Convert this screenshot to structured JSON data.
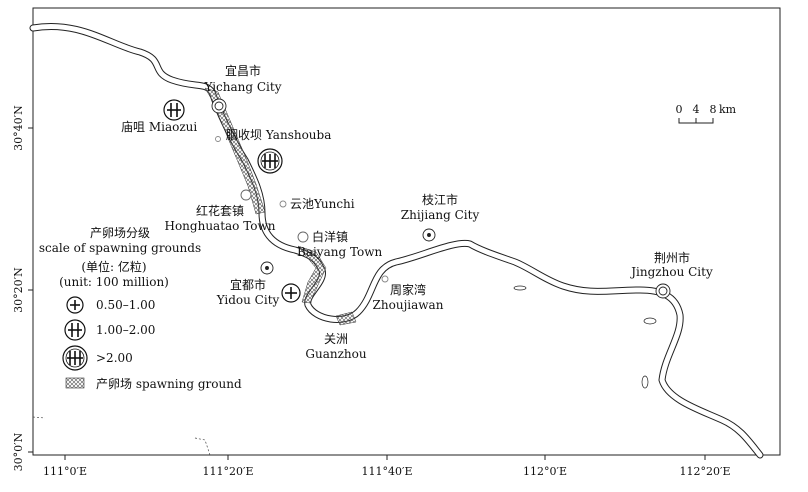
{
  "map": {
    "axes": {
      "x_ticks": [
        "111°0′E",
        "111°20′E",
        "111°40′E",
        "112°0′E",
        "112°20′E"
      ],
      "y_ticks": [
        "30°40′N",
        "30°20′N",
        "30°0′N"
      ]
    },
    "scale_bar": {
      "labels": [
        "0",
        "4",
        "8"
      ],
      "unit": "km"
    },
    "places": {
      "yichang_cn": "宜昌市",
      "yichang_en": "Yichang City",
      "miaozui": "庙咀 Miaozui",
      "yanshouba": "胭收坝 Yanshouba",
      "honghuatao_cn": "红花套镇",
      "honghuatao_en": "Honghuatao Town",
      "yunchi": "云池Yunchi",
      "baiyang_cn": "白洋镇",
      "baiyang_en": "Baiyang Town",
      "yidou_cn": "宜都市",
      "yidou_en": "Yidou City",
      "zhijiang_cn": "枝江市",
      "zhijiang_en": "Zhijiang City",
      "zhoujiawan_cn": "周家湾",
      "zhoujiawan_en": "Zhoujiawan",
      "guanzhou_cn": "关洲",
      "guanzhou_en": "Guanzhou",
      "jingzhou_cn": "荆州市",
      "jingzhou_en": "Jingzhou City"
    },
    "legend": {
      "title_cn": "产卵场分级",
      "title_en": "scale of spawning grounds",
      "unit_cn": "(单位: 亿粒)",
      "unit_en": "(unit: 100 million)",
      "items": [
        "0.50–1.00",
        "1.00–2.00",
        ">2.00"
      ],
      "hatch_label": "产卵场 spawning ground"
    },
    "colors": {
      "water": "#ffffff",
      "outline": "#222222",
      "hatch": "#555555"
    }
  }
}
